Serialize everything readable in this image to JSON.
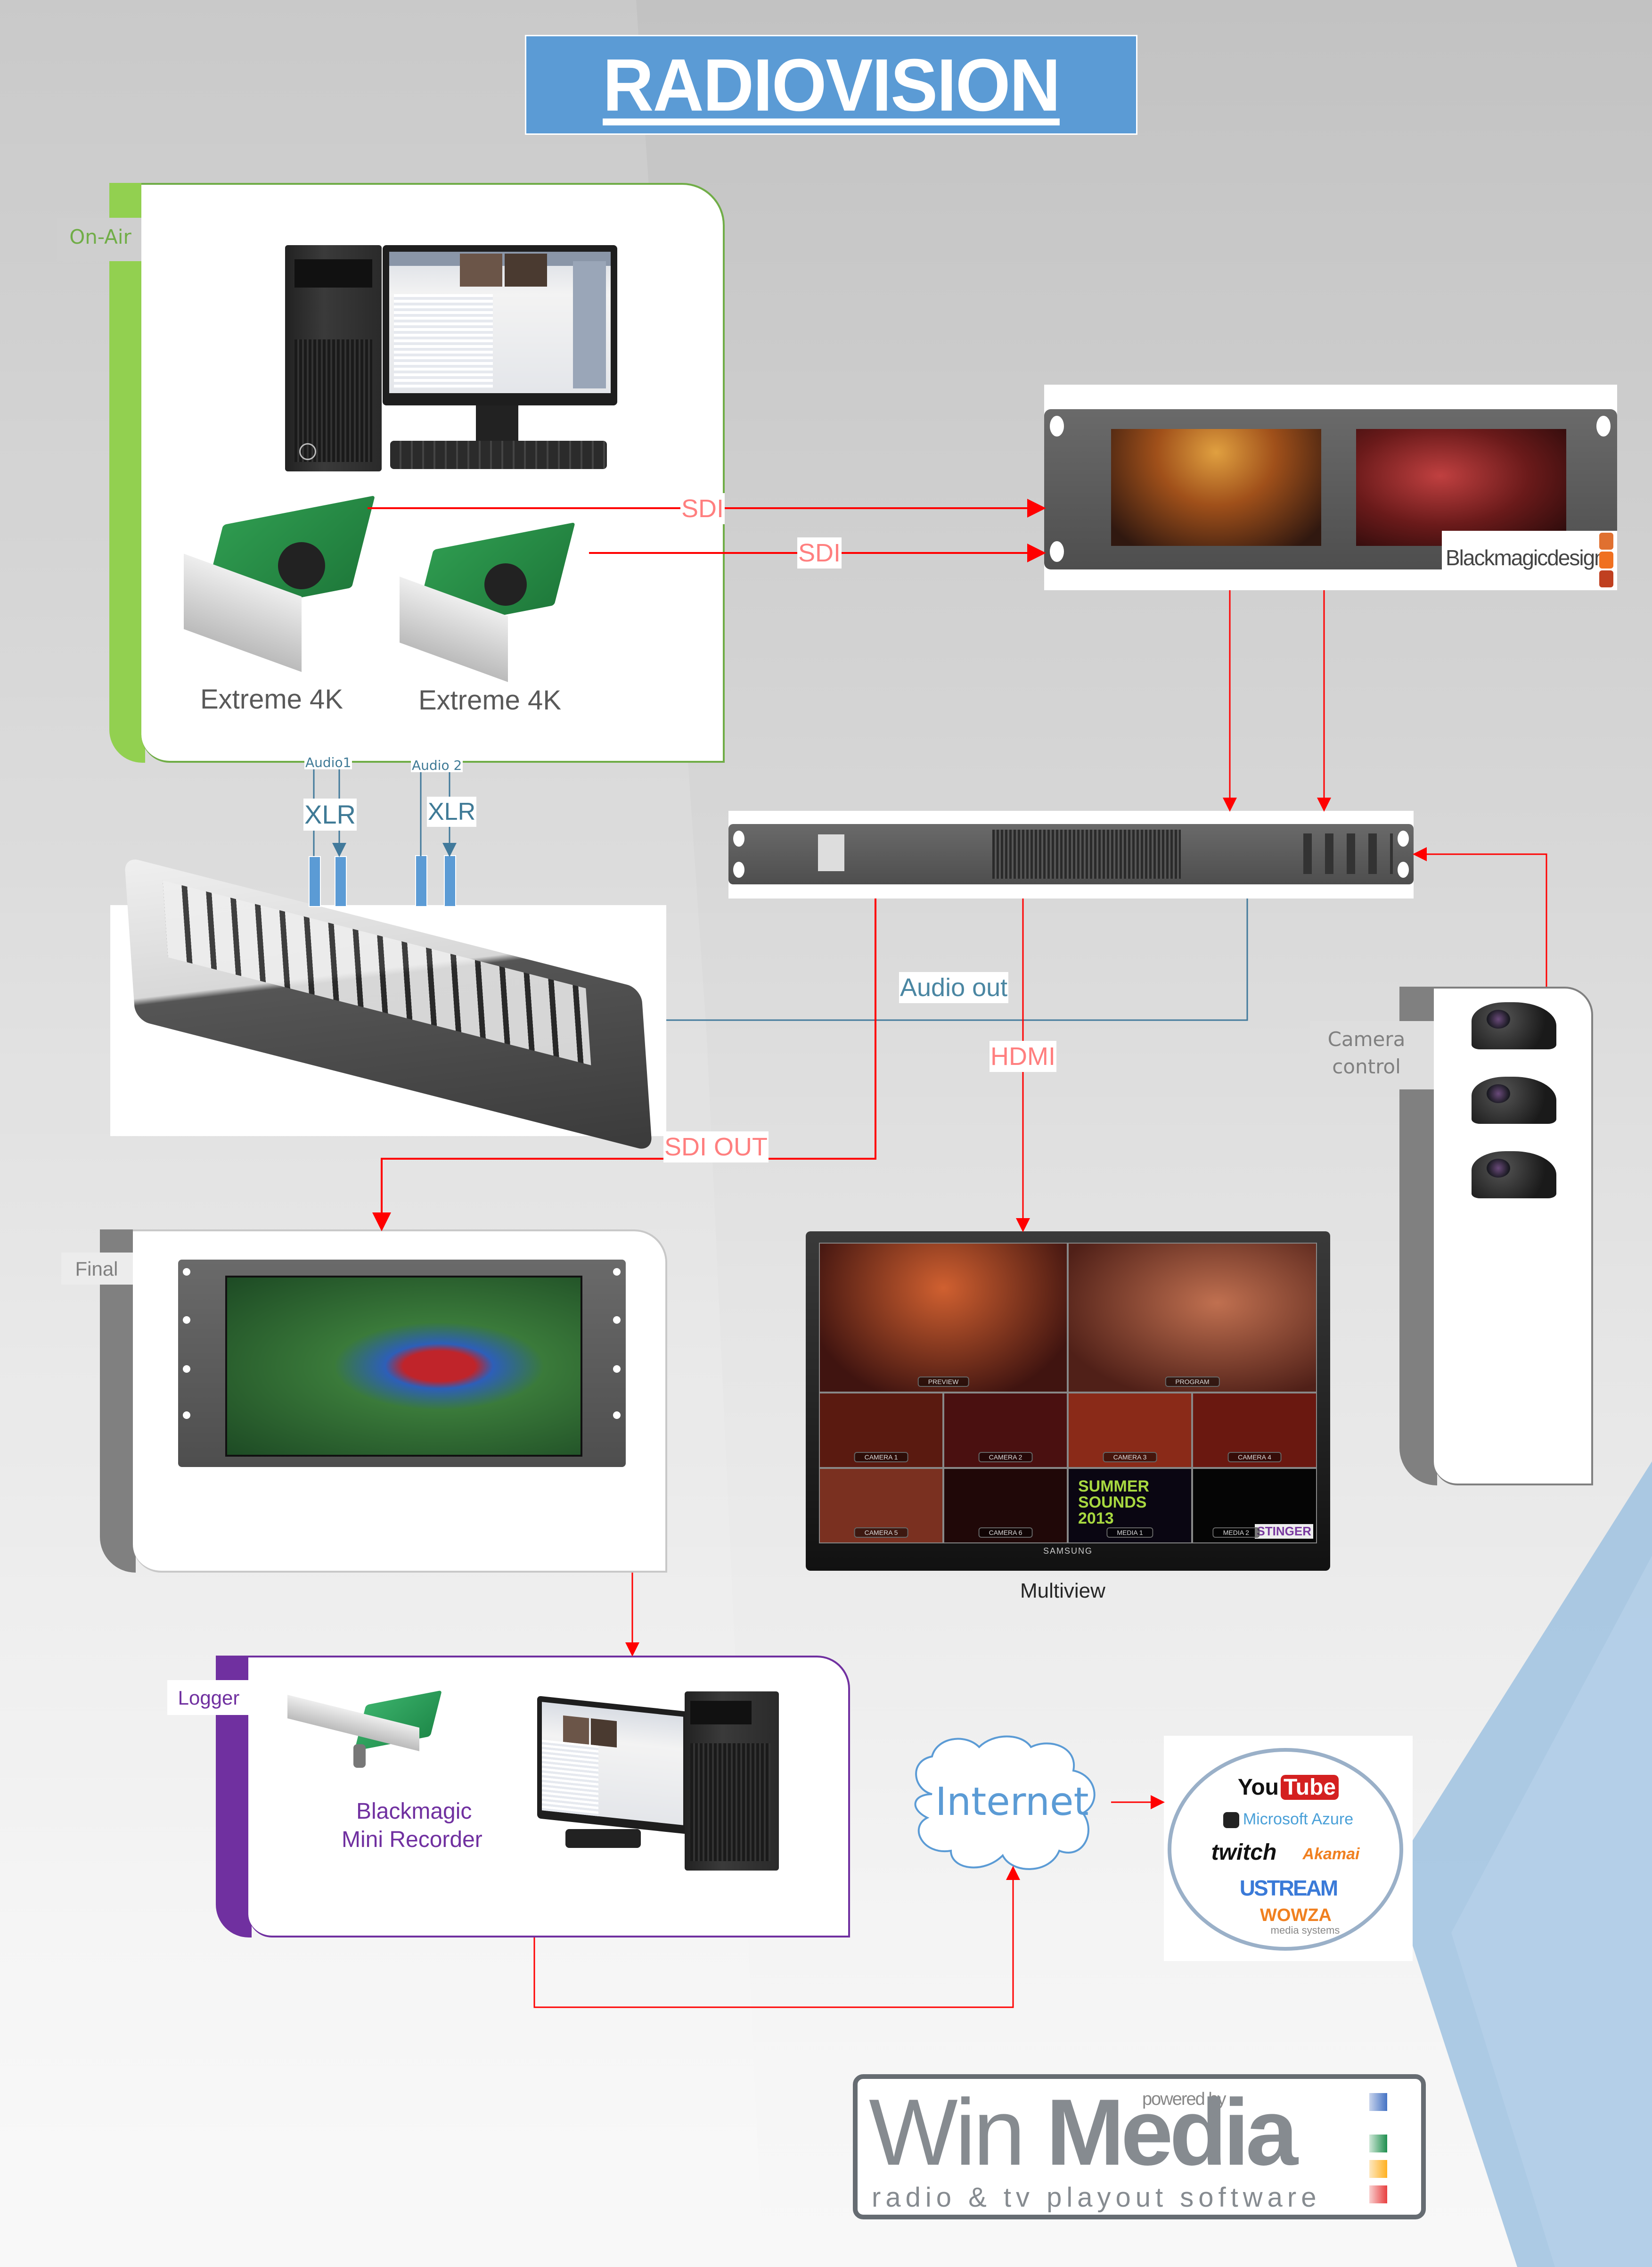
{
  "title": "RADIOVISION",
  "colors": {
    "title_bg": "#5b9bd5",
    "onair_green": "#92d050",
    "onair_text": "#70ad47",
    "logger_purple": "#7030a0",
    "neutral_gray": "#808080",
    "signal_red": "#ff0000",
    "signal_label_red": "#ff7f7f",
    "audio_blue": "#41799b",
    "xlr_blue": "#5b9bd5",
    "cloud_blue": "#5b9bd5"
  },
  "groups": {
    "onair": {
      "label": "On-Air",
      "cards": [
        "Extreme 4K",
        "Extreme 4K"
      ]
    },
    "final": {
      "label": "Final"
    },
    "camera_control": {
      "label_line1": "Camera",
      "label_line2": "control",
      "camera_count": 3
    },
    "logger": {
      "label": "Logger",
      "card_line1": "Blackmagic",
      "card_line2": "Mini Recorder"
    }
  },
  "devices": {
    "dual_monitor_brand": "Blackmagicdesign",
    "multiview_caption": "Multiview",
    "multiview_brand": "SAMSUNG",
    "multiview_cells": [
      "PREVIEW",
      "PROGRAM",
      "CAMERA 1",
      "CAMERA 2",
      "CAMERA 3",
      "CAMERA 4",
      "CAMERA 5",
      "CAMERA 6",
      "MEDIA 1",
      "MEDIA 2"
    ],
    "multiview_overlay": "SUMMER SOUNDS 2013",
    "multiview_stinger": "STINGER"
  },
  "connections": {
    "sdi_1": "SDI",
    "sdi_2": "SDI",
    "audio1": "Audio1",
    "audio2": "Audio 2",
    "xlr_1": "XLR",
    "xlr_2": "XLR",
    "audio_out": "Audio out",
    "hdmi": "HDMI",
    "sdi_out": "SDI OUT"
  },
  "internet": {
    "label": "Internet",
    "services": [
      "YouTube",
      "Microsoft Azure",
      "twitch",
      "Akamai",
      "USTREAM",
      "WOWZA media systems"
    ],
    "youtube_you": "You",
    "youtube_tube": "Tube",
    "azure": "Microsoft Azure",
    "twitch": "twitch",
    "akamai": "Akamai",
    "ustream": "USTREAM",
    "wowza": "WOWZA",
    "wowza_sub": "media systems"
  },
  "footer": {
    "powered_by": "powered by",
    "brand_win": "Win",
    "brand_media": "Media",
    "tagline": "radio & tv playout software",
    "logo_squares": [
      "#4472c4",
      "#ffffff",
      "#1e8f4e",
      "#ffb020",
      "#e83e3e"
    ]
  }
}
